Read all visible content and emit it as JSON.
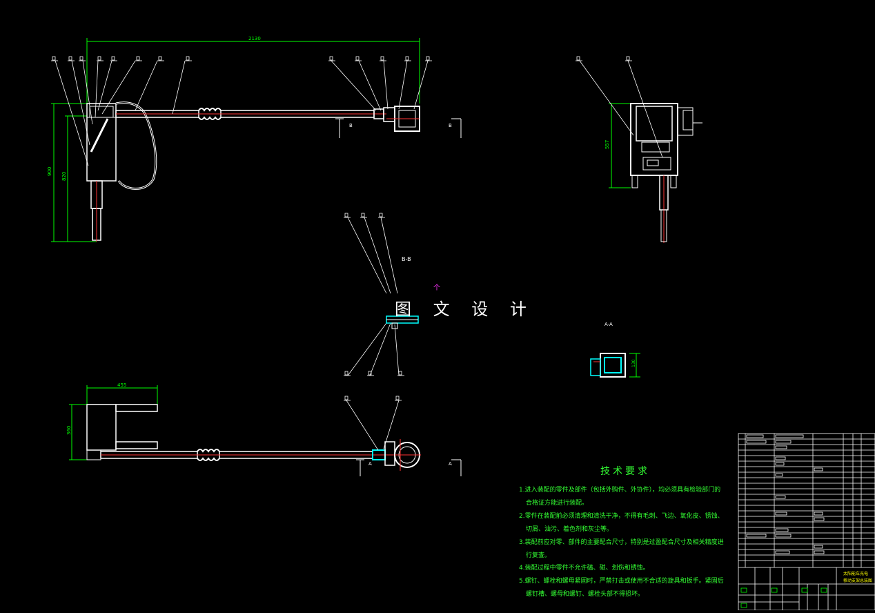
{
  "colors": {
    "background": "#000000",
    "outline": "#ffffff",
    "dimension": "#00ff00",
    "leader": "#ffffff",
    "centerline": "#ff3333",
    "section": "#00ffff",
    "mark": "#ff33ff",
    "titleblock": "#ffffff",
    "titleblock_text": "#ffff00"
  },
  "dimensions": {
    "overall_length": "2130",
    "height_total": "900",
    "height_inner": "820",
    "side_height": "557",
    "plan_width": "455",
    "plan_depth": "360",
    "section_a_height": "130"
  },
  "section_labels": {
    "bb": "B-B",
    "aa": "A-A",
    "b_mark": "B",
    "a_mark": "A"
  },
  "watermark": "图 文 设 计",
  "tech_requirements": {
    "title": "技术要求",
    "lines": [
      "1.进入装配的零件及部件（包括外购件、外协件），均必须具有检验部门的",
      "合格证方能进行装配。",
      "2.零件在装配前必须清理和清洗干净，不得有毛刺、飞边、氧化皮、锈蚀、",
      "切屑、油污、着色剂和灰尘等。",
      "3.装配前应对零、部件的主要配合尺寸，特别是过盈配合尺寸及相关精度进",
      "行复查。",
      "4.装配过程中零件不允许磕、碰、划伤和锈蚀。",
      "5.螺钉、螺栓和螺母紧固时，严禁打击或使用不合适的旋具和扳手。紧固后",
      "螺钉槽、螺母和螺钉、螺栓头部不得损坏。"
    ]
  },
  "title_block": {
    "drawing_name_1": "太阳能车充电",
    "drawing_name_2": "移动支架总装图"
  }
}
